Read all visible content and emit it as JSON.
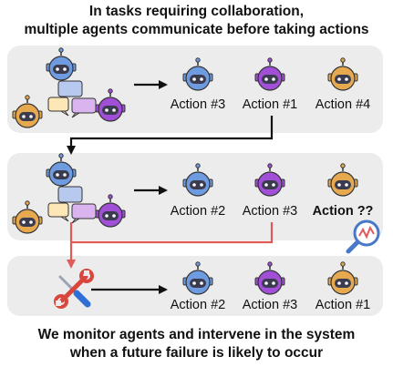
{
  "title": {
    "line1": "In tasks requiring collaboration,",
    "line2": "multiple agents communicate before taking actions"
  },
  "footer": {
    "line1": "We monitor agents and intervene in the system",
    "line2": "when a future failure is likely to occur"
  },
  "rows": [
    {
      "actions": [
        "Action #3",
        "Action #1",
        "Action #4"
      ]
    },
    {
      "actions": [
        "Action #2",
        "Action #3",
        "Action ??"
      ]
    },
    {
      "actions": [
        "Action #2",
        "Action #3",
        "Action #1"
      ]
    }
  ],
  "colors": {
    "panel": "#ececec",
    "blue_agent": "#6f9be0",
    "purple_agent": "#a04fd6",
    "orange_agent": "#e6a94f",
    "red_arrow": "#e05a5a",
    "black_arrow": "#111111",
    "chat_blue": "#b8c9f0",
    "chat_purple": "#d9b4ef",
    "chat_orange": "#fde7b6"
  },
  "icons": [
    "robot-agent-icon",
    "chat-bubbles-icon",
    "magnifier-chart-icon",
    "wrench-screwdriver-icon"
  ]
}
